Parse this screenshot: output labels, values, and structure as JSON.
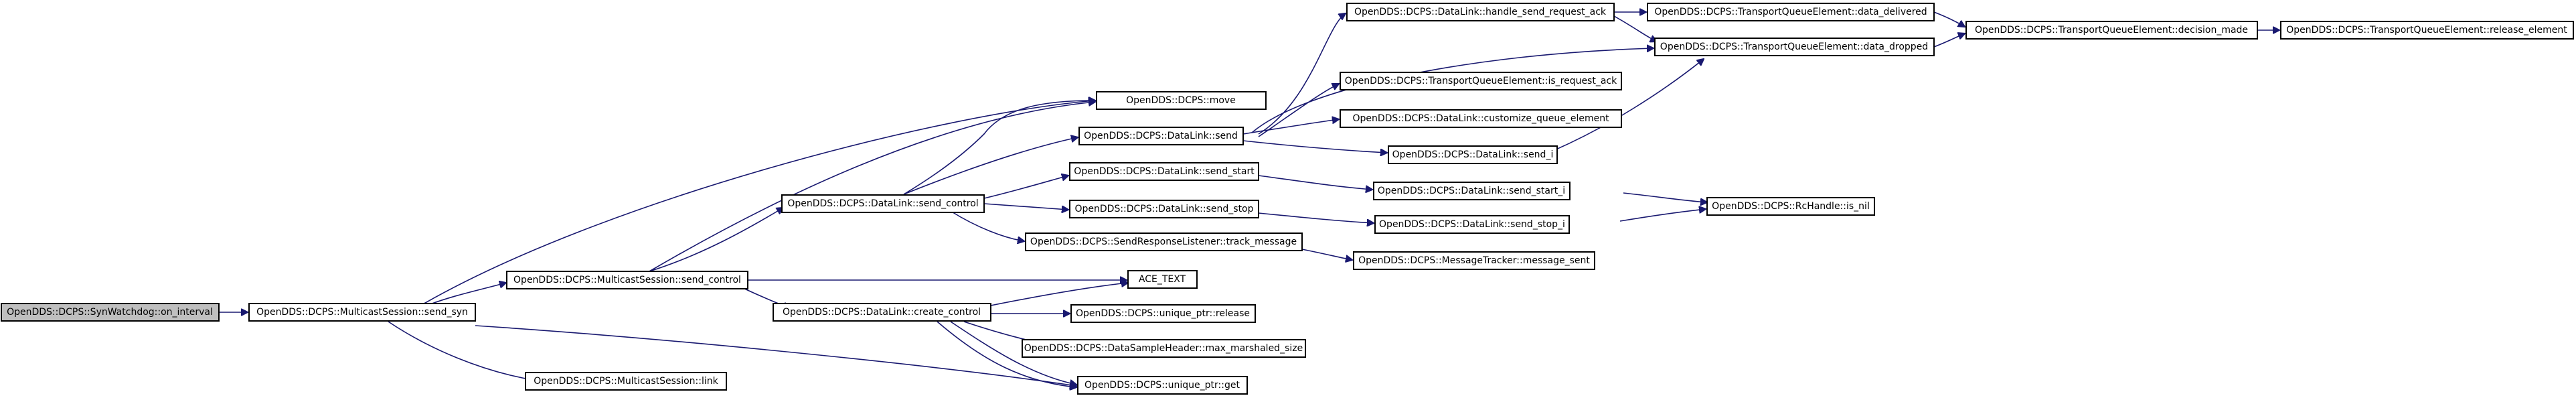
{
  "colors": {
    "edge": "#191970",
    "node_border": "#000000",
    "root_fill": "#bfbfbf",
    "node_fill": "#ffffff"
  },
  "nodes": {
    "n0": "OpenDDS::DCPS::SynWatchdog::on_interval",
    "n1": "OpenDDS::DCPS::MulticastSession::send_syn",
    "n2": "OpenDDS::DCPS::MulticastSession::send_control",
    "n3": "OpenDDS::DCPS::MulticastSession::link",
    "n4": "OpenDDS::DCPS::DataLink::send_control",
    "n5": "OpenDDS::DCPS::DataLink::create_control",
    "n6": "OpenDDS::DCPS::move",
    "n7": "OpenDDS::DCPS::DataLink::send",
    "n8": "OpenDDS::DCPS::DataLink::send_start",
    "n9": "OpenDDS::DCPS::DataLink::send_stop",
    "n10": "OpenDDS::DCPS::SendResponseListener::track_message",
    "n11": "ACE_TEXT",
    "n12": "OpenDDS::DCPS::unique_ptr::release",
    "n13": "OpenDDS::DCPS::DataSampleHeader::max_marshaled_size",
    "n14": "OpenDDS::DCPS::unique_ptr::get",
    "n15": "OpenDDS::DCPS::DataLink::handle_send_request_ack",
    "n16": "OpenDDS::DCPS::TransportQueueElement::is_request_ack",
    "n17": "OpenDDS::DCPS::DataLink::customize_queue_element",
    "n18": "OpenDDS::DCPS::DataLink::send_i",
    "n19": "OpenDDS::DCPS::DataLink::send_start_i",
    "n20": "OpenDDS::DCPS::DataLink::send_stop_i",
    "n21": "OpenDDS::DCPS::MessageTracker::message_sent",
    "n22": "OpenDDS::DCPS::TransportQueueElement::data_delivered",
    "n23": "OpenDDS::DCPS::TransportQueueElement::data_dropped",
    "n24": "OpenDDS::DCPS::RcHandle::is_nil",
    "n25": "OpenDDS::DCPS::TransportQueueElement::decision_made",
    "n26": "OpenDDS::DCPS::TransportQueueElement::release_element"
  }
}
